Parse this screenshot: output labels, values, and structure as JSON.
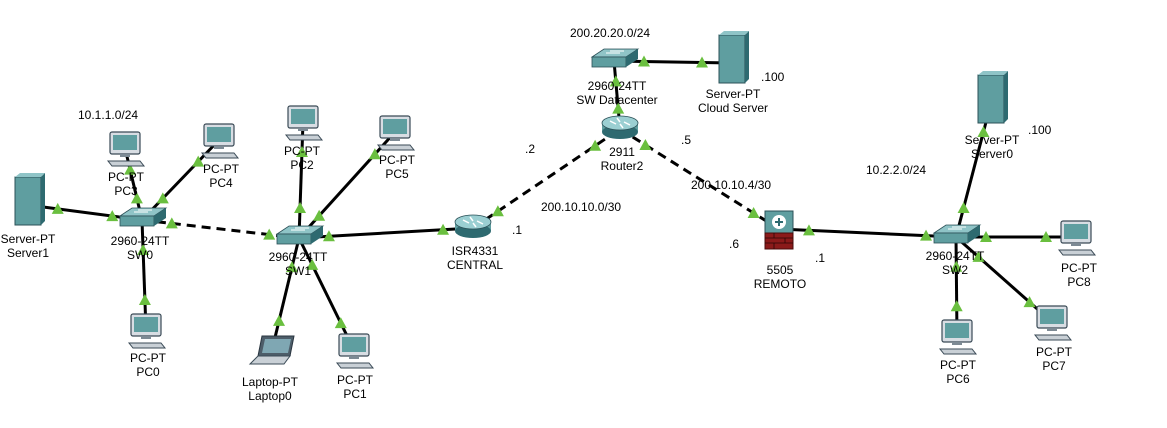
{
  "colors": {
    "background": "#ffffff",
    "link": "#000000",
    "port_indicator": "#6abf3f",
    "device_body": "#5f9ea0",
    "device_dark": "#2e6a70",
    "firewall_base": "#8b1a1a"
  },
  "networks": [
    {
      "id": "n1",
      "text": "10.1.1.0/24"
    },
    {
      "id": "n2",
      "text": "200.10.10.0/30"
    },
    {
      "id": "n3",
      "text": "200.20.20.0/24"
    },
    {
      "id": "n4",
      "text": "200.10.10.4/30"
    },
    {
      "id": "n5",
      "text": "10.2.2.0/24"
    }
  ],
  "addresses": [
    {
      "id": "a1",
      "text": ".1"
    },
    {
      "id": "a2",
      "text": ".2"
    },
    {
      "id": "a3",
      "text": ".5"
    },
    {
      "id": "a4",
      "text": ".6"
    },
    {
      "id": "a5",
      "text": ".1"
    },
    {
      "id": "a6",
      "text": ".100"
    },
    {
      "id": "a7",
      "text": ".100"
    }
  ],
  "devices": [
    {
      "id": "server1",
      "icon": "server-icon",
      "model": "Server-PT",
      "name": "Server1"
    },
    {
      "id": "pc3",
      "icon": "pc-icon",
      "model": "PC-PT",
      "name": "PC3"
    },
    {
      "id": "pc4",
      "icon": "pc-icon",
      "model": "PC-PT",
      "name": "PC4"
    },
    {
      "id": "sw0",
      "icon": "switch-icon",
      "model": "2960-24TT",
      "name": "SW0"
    },
    {
      "id": "pc0",
      "icon": "pc-icon",
      "model": "PC-PT",
      "name": "PC0"
    },
    {
      "id": "pc2",
      "icon": "pc-icon",
      "model": "PC-PT",
      "name": "PC2"
    },
    {
      "id": "pc5",
      "icon": "pc-icon",
      "model": "PC-PT",
      "name": "PC5"
    },
    {
      "id": "sw1",
      "icon": "switch-icon",
      "model": "2960-24TT",
      "name": "SW1"
    },
    {
      "id": "laptop0",
      "icon": "laptop-icon",
      "model": "Laptop-PT",
      "name": "Laptop0"
    },
    {
      "id": "pc1",
      "icon": "pc-icon",
      "model": "PC-PT",
      "name": "PC1"
    },
    {
      "id": "central",
      "icon": "router-icon",
      "model": "ISR4331",
      "name": "CENTRAL"
    },
    {
      "id": "swdc",
      "icon": "switch-icon",
      "model": "2960-24TT",
      "name": "SW Datacenter"
    },
    {
      "id": "cloud",
      "icon": "server-icon",
      "model": "Server-PT",
      "name": "Cloud Server"
    },
    {
      "id": "router2",
      "icon": "router-icon",
      "model": "2911",
      "name": "Router2"
    },
    {
      "id": "remoto",
      "icon": "firewall-icon",
      "model": "5505",
      "name": "REMOTO"
    },
    {
      "id": "server0",
      "icon": "server-icon",
      "model": "Server-PT",
      "name": "Server0"
    },
    {
      "id": "sw2",
      "icon": "switch-icon",
      "model": "2960-24TT",
      "name": "SW2"
    },
    {
      "id": "pc8",
      "icon": "pc-icon",
      "model": "PC-PT",
      "name": "PC8"
    },
    {
      "id": "pc6",
      "icon": "pc-icon",
      "model": "PC-PT",
      "name": "PC6"
    },
    {
      "id": "pc7",
      "icon": "pc-icon",
      "model": "PC-PT",
      "name": "PC7"
    }
  ],
  "links": [
    {
      "id": "l1",
      "from": "server1",
      "to": "sw0",
      "cable": "straight"
    },
    {
      "id": "l2",
      "from": "pc3",
      "to": "sw0",
      "cable": "straight"
    },
    {
      "id": "l3",
      "from": "pc4",
      "to": "sw0",
      "cable": "straight"
    },
    {
      "id": "l4",
      "from": "pc0",
      "to": "sw0",
      "cable": "straight"
    },
    {
      "id": "l5",
      "from": "sw0",
      "to": "sw1",
      "cable": "crossover"
    },
    {
      "id": "l6",
      "from": "pc2",
      "to": "sw1",
      "cable": "straight"
    },
    {
      "id": "l7",
      "from": "pc5",
      "to": "sw1",
      "cable": "straight"
    },
    {
      "id": "l8",
      "from": "laptop0",
      "to": "sw1",
      "cable": "straight"
    },
    {
      "id": "l9",
      "from": "pc1",
      "to": "sw1",
      "cable": "straight"
    },
    {
      "id": "l10",
      "from": "sw1",
      "to": "central",
      "cable": "straight"
    },
    {
      "id": "l11",
      "from": "central",
      "to": "router2",
      "cable": "crossover"
    },
    {
      "id": "l12",
      "from": "router2",
      "to": "swdc",
      "cable": "straight"
    },
    {
      "id": "l13",
      "from": "swdc",
      "to": "cloud",
      "cable": "straight"
    },
    {
      "id": "l14",
      "from": "router2",
      "to": "remoto",
      "cable": "crossover"
    },
    {
      "id": "l15",
      "from": "remoto",
      "to": "sw2",
      "cable": "straight"
    },
    {
      "id": "l16",
      "from": "server0",
      "to": "sw2",
      "cable": "straight"
    },
    {
      "id": "l17",
      "from": "pc8",
      "to": "sw2",
      "cable": "straight"
    },
    {
      "id": "l18",
      "from": "pc6",
      "to": "sw2",
      "cable": "straight"
    },
    {
      "id": "l19",
      "from": "pc7",
      "to": "sw2",
      "cable": "straight"
    }
  ]
}
